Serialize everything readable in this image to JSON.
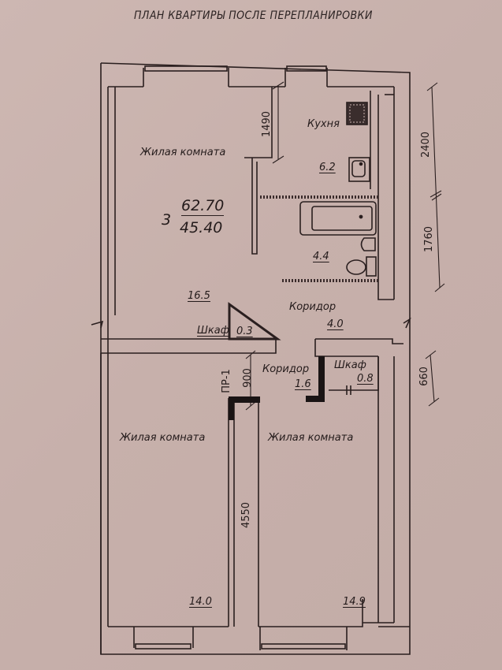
{
  "title": "ПЛАН КВАРТИРЫ ПОСЛЕ ПЕРЕПЛАНИРОВКИ",
  "summary": {
    "rooms_count": "3",
    "total_area": "62.70",
    "living_area": "45.40"
  },
  "rooms": [
    {
      "id": "living-room-main",
      "label": "Жилая комната",
      "area": "16.5"
    },
    {
      "id": "kitchen",
      "label": "Кухня",
      "area": "6.2"
    },
    {
      "id": "bathroom",
      "label": "",
      "area": "4.4"
    },
    {
      "id": "corridor-main",
      "label": "Коридор",
      "area": "4.0"
    },
    {
      "id": "closet-small",
      "label": "Шкаф",
      "area": "0.3"
    },
    {
      "id": "corridor-small",
      "label": "Коридор",
      "area": "1.6"
    },
    {
      "id": "closet-right",
      "label": "Шкаф",
      "area": "0.8"
    },
    {
      "id": "living-room-left",
      "label": "Жилая комната",
      "area": "14.0"
    },
    {
      "id": "living-room-right",
      "label": "Жилая комната",
      "area": "14.9"
    }
  ],
  "dimensions": {
    "kitchen_height": "1490",
    "right_upper": "2400",
    "right_lower": "1760",
    "right_small": "660",
    "door_opening": "900",
    "partition_mark": "ПР-1",
    "bedroom_length": "4550"
  },
  "colors": {
    "paper": "#c9b3ae",
    "line": "#2a1f1f",
    "solid_wall": "#1a1414"
  }
}
